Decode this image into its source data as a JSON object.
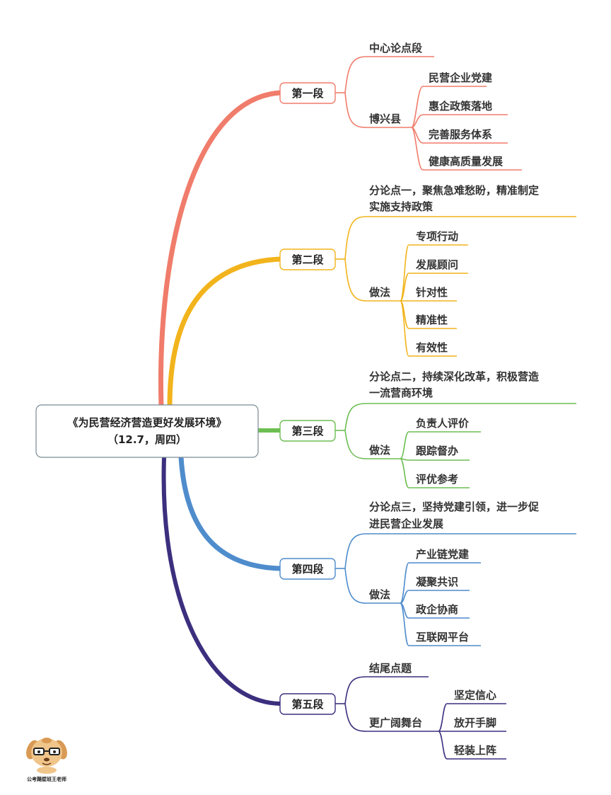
{
  "root": {
    "line1": "《为民营经济营造更好发展环境》",
    "line2": "（12.7，周四）"
  },
  "sections": [
    {
      "label": "第一段",
      "color": "#f07c6b",
      "point": "中心论点段",
      "sub": {
        "label": "博兴县",
        "items": [
          "民营企业党建",
          "惠企政策落地",
          "完善服务体系",
          "健康高质量发展"
        ]
      }
    },
    {
      "label": "第二段",
      "color": "#f2b41c",
      "point": "分论点一，聚焦急难愁盼，精准制定实施支持政策",
      "point_lines": [
        "分论点一，聚焦急难愁盼，精准制定",
        "实施支持政策"
      ],
      "sub": {
        "label": "做法",
        "items": [
          "专项行动",
          "发展顾问",
          "针对性",
          "精准性",
          "有效性"
        ]
      }
    },
    {
      "label": "第三段",
      "color": "#6cbe52",
      "point": "分论点二，持续深化改革，积极营造一流营商环境",
      "point_lines": [
        "分论点二，持续深化改革，积极营造",
        "一流营商环境"
      ],
      "sub": {
        "label": "做法",
        "items": [
          "负责人评价",
          "跟踪督办",
          "评优参考"
        ]
      }
    },
    {
      "label": "第四段",
      "color": "#4f8ccc",
      "point": "分论点三，坚持党建引领，进一步促进民营企业发展",
      "point_lines": [
        "分论点三，坚持党建引领，进一步促",
        "进民营企业发展"
      ],
      "sub": {
        "label": "做法",
        "items": [
          "产业链党建",
          "凝聚共识",
          "政企协商",
          "互联网平台"
        ]
      }
    },
    {
      "label": "第五段",
      "color": "#3b2f7e",
      "point": "结尾点题",
      "sub": {
        "label": "更广阔舞台",
        "items": [
          "坚定信心",
          "放开手脚",
          "轻装上阵"
        ]
      }
    }
  ],
  "mascot": {
    "icon": "dog-with-glasses-icon",
    "caption": "公考飓壁班王老师"
  }
}
